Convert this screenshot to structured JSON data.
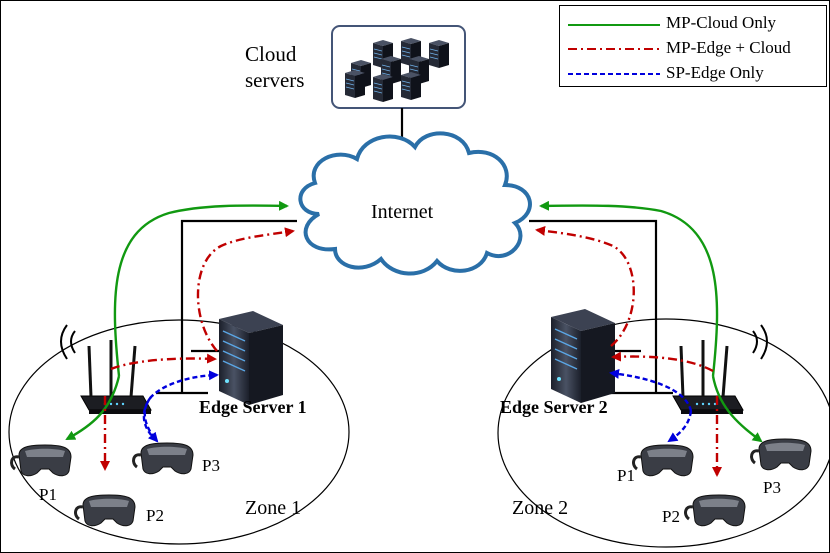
{
  "labels": {
    "cloud_servers": "Cloud\nservers",
    "internet": "Internet",
    "edge_server_1": "Edge Server 1",
    "edge_server_2": "Edge Server 2",
    "zone_1": "Zone 1",
    "zone_2": "Zone 2",
    "p1_left": "P1",
    "p2_left": "P2",
    "p3_left": "P3",
    "p1_right": "P1",
    "p2_right": "P2",
    "p3_right": "P3"
  },
  "legend": {
    "items": [
      {
        "label": "MP-Cloud Only",
        "color": "#119911",
        "style": "solid"
      },
      {
        "label": "MP-Edge + Cloud",
        "color": "#c00000",
        "style": "dashdot"
      },
      {
        "label": "SP-Edge Only",
        "color": "#0000dd",
        "style": "dashed"
      }
    ]
  },
  "colors": {
    "cloud_fill": "#ffffff",
    "cloud_stroke": "#2a6fa8",
    "server_box": "#2a3a5a"
  }
}
